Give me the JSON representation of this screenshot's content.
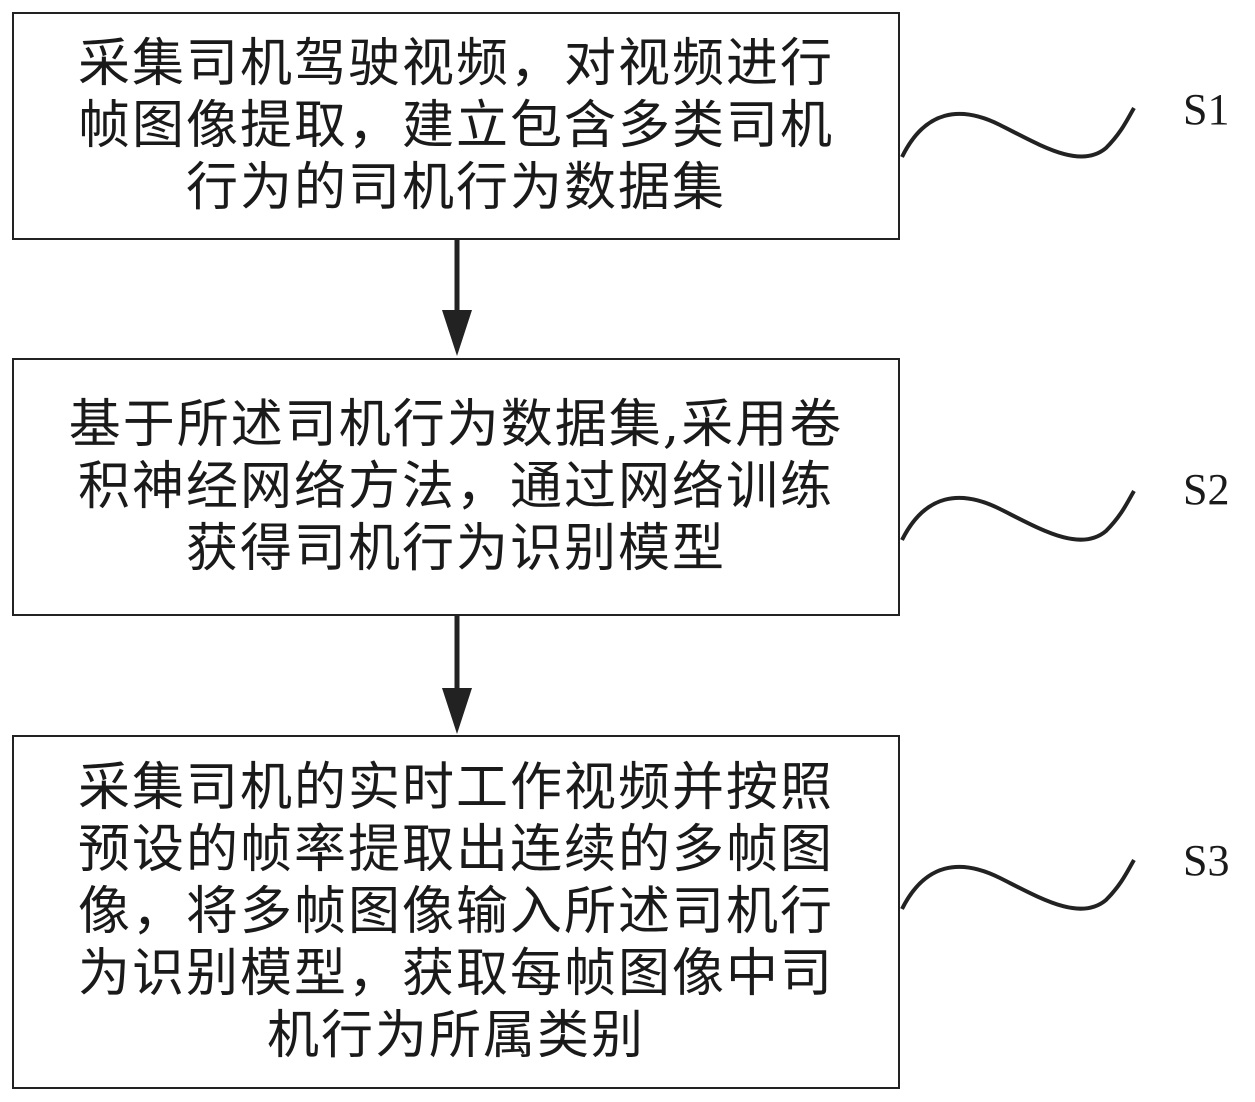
{
  "flowchart": {
    "steps": [
      {
        "id": "S1",
        "lines": [
          "采集司机驾驶视频，对视频进行",
          "帧图像提取，建立包含多类司机",
          "行为的司机行为数据集"
        ]
      },
      {
        "id": "S2",
        "lines": [
          "基于所述司机行为数据集,采用卷",
          "积神经网络方法，通过网络训练",
          "获得司机行为识别模型"
        ]
      },
      {
        "id": "S3",
        "lines": [
          "采集司机的实时工作视频并按照",
          "预设的帧率提取出连续的多帧图",
          "像，将多帧图像输入所述司机行",
          "为识别模型，获取每帧图像中司",
          "机行为所属类别"
        ]
      }
    ]
  }
}
